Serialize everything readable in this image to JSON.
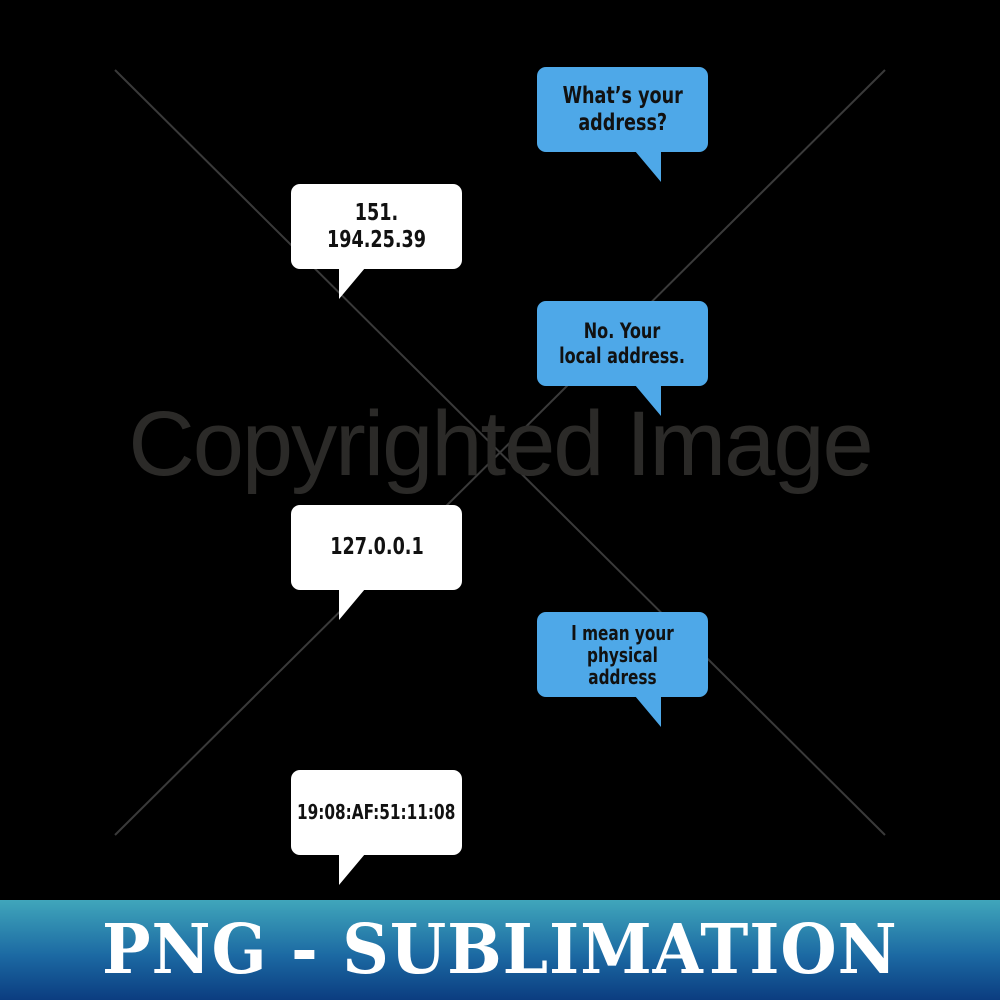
{
  "watermark": {
    "text": "Copyrighted Image"
  },
  "messages": [
    {
      "side": "right",
      "color": "#4ea8e8",
      "text": "What’s your\naddress?"
    },
    {
      "side": "left",
      "color": "#ffffff",
      "text": "151. 194.25.39"
    },
    {
      "side": "right",
      "color": "#4ea8e8",
      "text": "No. Your\nlocal address."
    },
    {
      "side": "left",
      "color": "#ffffff",
      "text": "127.0.0.1"
    },
    {
      "side": "right",
      "color": "#4ea8e8",
      "text": "I mean your\nphysical\naddress"
    },
    {
      "side": "left",
      "color": "#ffffff",
      "text": "19:08:AF:51:11:08"
    }
  ],
  "banner": {
    "text": "PNG - SUBLIMATION"
  }
}
